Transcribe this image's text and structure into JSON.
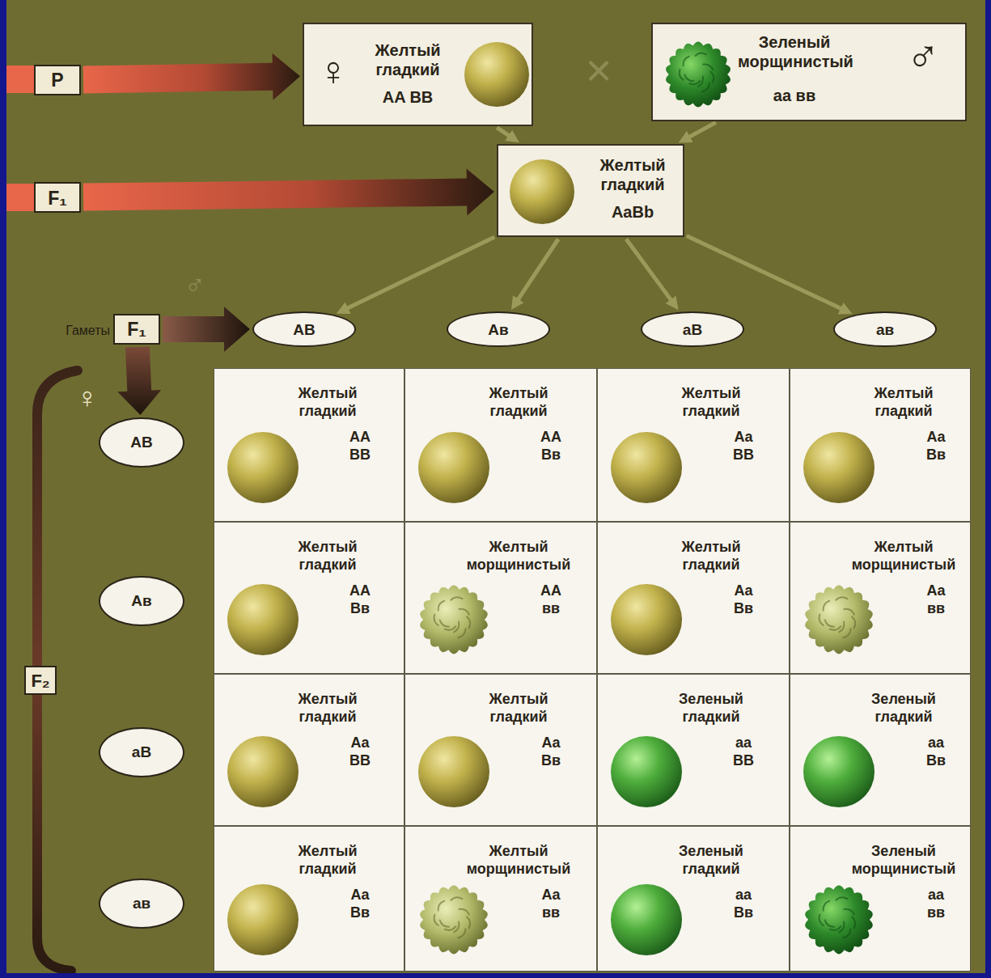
{
  "diagram": {
    "nodes": [
      {
        "text": [
          "P"
        ]
      },
      {
        "text": [
          "♀",
          "Желтый гладкий",
          "AA BB"
        ]
      },
      {
        "text": [
          "Зеленый морщинистый",
          "aa вв",
          "♂"
        ]
      },
      {
        "text": [
          "F₁"
        ]
      },
      {
        "text": [
          "Желтый гладкий",
          "AaBb"
        ]
      },
      {
        "text": [
          "Гаметы",
          "F₁"
        ]
      },
      {
        "text": [
          "AB"
        ]
      },
      {
        "text": [
          "Aв"
        ]
      },
      {
        "text": [
          "aB"
        ]
      },
      {
        "text": [
          "aв"
        ]
      },
      {
        "text": [
          "AB"
        ]
      },
      {
        "text": [
          "Aв"
        ]
      },
      {
        "text": [
          "aB"
        ]
      },
      {
        "text": [
          "aв"
        ]
      },
      {
        "text": [
          "F₂"
        ]
      },
      {
        "text": [
          "Желтый гладкий",
          "AA BB"
        ]
      },
      {
        "text": [
          "Желтый гладкий",
          "AA Bв"
        ]
      },
      {
        "text": [
          "Желтый гладкий",
          "Aa BB"
        ]
      },
      {
        "text": [
          "Желтый гладкий",
          "Aa Bв"
        ]
      },
      {
        "text": [
          "Желтый гладкий",
          "AA Bв"
        ]
      },
      {
        "text": [
          "Желтый морщинистый",
          "AA вв"
        ]
      },
      {
        "text": [
          "Желтый гладкий",
          "Aa Bв"
        ]
      },
      {
        "text": [
          "Желтый морщинистый",
          "Aa вв"
        ]
      },
      {
        "text": [
          "Желтый гладкий",
          "Aa BB"
        ]
      },
      {
        "text": [
          "Желтый гладкий",
          "Aa Bв"
        ]
      },
      {
        "text": [
          "Зеленый гладкий",
          "aa BB"
        ]
      },
      {
        "text": [
          "Зеленый гладкий",
          "aa Bв"
        ]
      },
      {
        "text": [
          "Желтый гладкий",
          "Aa Bв"
        ]
      },
      {
        "text": [
          "Желтый морщинистый",
          "Aa вв"
        ]
      },
      {
        "text": [
          "Зеленый гладкий",
          "aa Bв"
        ]
      },
      {
        "text": [
          "Зеленый морщинистый",
          "aa вв"
        ]
      }
    ],
    "edges": [
      {
        "from": 0,
        "to": 1,
        "arrow": "to"
      },
      {
        "from": 1,
        "to": 4,
        "arrow": "to"
      },
      {
        "from": 2,
        "to": 4,
        "arrow": "to"
      },
      {
        "from": 3,
        "to": 4,
        "arrow": "to"
      },
      {
        "from": 4,
        "to": 6,
        "arrow": "to"
      },
      {
        "from": 4,
        "to": 7,
        "arrow": "to"
      },
      {
        "from": 4,
        "to": 8,
        "arrow": "to"
      },
      {
        "from": 4,
        "to": 9,
        "arrow": "to"
      },
      {
        "from": 5,
        "to": 6,
        "arrow": "to"
      },
      {
        "from": 5,
        "to": 10,
        "arrow": "to"
      }
    ],
    "labels": [
      "×",
      "♂",
      "♀"
    ]
  }
}
